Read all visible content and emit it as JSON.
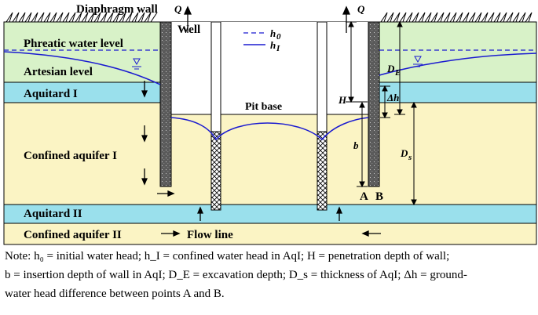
{
  "labels": {
    "diaphragm_wall": "Diaphragm wall",
    "well": "Well",
    "q_left": "Q",
    "q_right": "Q",
    "phreatic": "Phreatic water level",
    "artesian": "Artesian level",
    "aquitard1": "Aquitard I",
    "confined1": "Confined aquifer I",
    "aquitard2": "Aquitard II",
    "confined2": "Confined aquifer II",
    "flow_line": "Flow line",
    "pit_base": "Pit base",
    "dim_H": "H",
    "dim_b": "b",
    "dim_DE": "D",
    "dim_DE_sub": "E",
    "dim_dh": "Δh",
    "dim_Ds": "D",
    "dim_Ds_sub": "s",
    "point_A": "A",
    "point_B": "B"
  },
  "legend": {
    "h0": "h",
    "h0_sub": "0",
    "hI": "h",
    "hI_sub": "I"
  },
  "note": {
    "line1": "Note: h₀ = initial water head; h_I = confined water head in AqI; H = penetration depth of wall;",
    "line2": "b = insertion depth of wall in AqI; D_E = excavation depth; D_s = thickness of AqI; Δh = ground-",
    "line3": "water head difference between points A and B."
  },
  "colors": {
    "ground": "#d8f2c8",
    "aquitard": "#9ae0ec",
    "aquifer": "#fbf4c4",
    "wall": "#555555",
    "water_line": "#1a1ad0"
  }
}
